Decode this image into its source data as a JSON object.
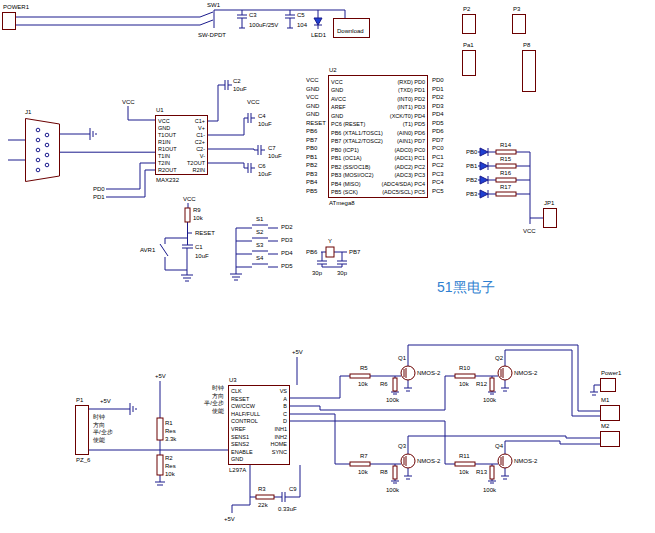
{
  "diagram": {
    "nodes": [
      {
        "text": [
          "POWER1"
        ]
      },
      {
        "text": [
          "Download"
        ]
      },
      {
        "text": [
          "P2"
        ]
      },
      {
        "text": [
          "P3"
        ]
      },
      {
        "text": [
          "Pa1"
        ]
      },
      {
        "text": [
          "P8"
        ]
      },
      {
        "text": [
          "J1"
        ]
      },
      {
        "text": [
          "U1",
          "MAX232",
          "VCC",
          "GND",
          "T1OUT",
          "R1IN",
          "R1OUT",
          "T1IN",
          "T2IN",
          "R2OUT",
          "C1+",
          "V+",
          "C1-",
          "C2+",
          "C2-",
          "V-",
          "T2OUT",
          "R2IN"
        ]
      },
      {
        "text": [
          "U2",
          "ATmega8",
          "VCC",
          "GND",
          "AVCC",
          "AREF",
          "GND",
          "PC6 (RESET)",
          "PB6 (XTAL1/TOSC1)",
          "PB7 (XTAL2/TOSC2)",
          "PB0 (ICP1)",
          "PB1 (OC1A)",
          "PB2 (SS/OC1B)",
          "PB3 (MOSI/OC2)",
          "PB4 (MISO)",
          "PB5 (SCK)",
          "(RXD) PD0",
          "(TXD) PD1",
          "(INT0) PD2",
          "(INT1) PD3",
          "(XCK/T0) PD4",
          "(T1) PD5",
          "(AIN0) PD6",
          "(AIN1) PD7",
          "(ADC0) PC0",
          "(ADC1) PC1",
          "(ADC2) PC2",
          "(ADC3) PC3",
          "(ADC4/SDA) PC4",
          "(ADC5/SCL) PC5"
        ]
      },
      {
        "text": [
          "U3",
          "L297A",
          "CLK",
          "RESET",
          "CW/CCW",
          "HALF/FULL",
          "CONTROL",
          "VREF",
          "SENS1",
          "SENS2",
          "ENABLE",
          "GND",
          "VS",
          "A",
          "B",
          "C",
          "D",
          "INH1",
          "INH2",
          "HOME",
          "SYNC"
        ]
      },
      {
        "text": [
          "P1",
          "PZ_6"
        ]
      },
      {
        "text": [
          "Power1"
        ]
      },
      {
        "text": [
          "M1"
        ]
      },
      {
        "text": [
          "M2"
        ]
      },
      {
        "text": [
          "JP1"
        ]
      }
    ],
    "edges": [
      {
        "from": 6,
        "to": 7,
        "arrow": "none"
      },
      {
        "from": 10,
        "to": 9,
        "arrow": "none"
      }
    ],
    "labels": [
      "SW1",
      "SW-DPDT",
      "C3",
      "100uF/25V",
      "C5",
      "104",
      "LED1",
      "VCC",
      "PD0",
      "PD1",
      "C2",
      "10uF",
      "VCC",
      "C4",
      "10uF",
      "C7",
      "10uF",
      "C6",
      "10uF",
      "VCC",
      "GND",
      "VCC",
      "GND",
      "GND",
      "RESET",
      "PB6",
      "PB7",
      "PB0",
      "PB1",
      "PB2",
      "PB3",
      "PB4",
      "PB5",
      "PD0",
      "PD1",
      "PD2",
      "PD3",
      "PD4",
      "PD5",
      "PD6",
      "PD7",
      "PC0",
      "PC1",
      "PC2",
      "PC3",
      "PC4",
      "PC5",
      "VCC",
      "R9",
      "10k",
      "RESET",
      "AVR1",
      "C1",
      "10uF",
      "S1",
      "S2",
      "S3",
      "S4",
      "PD2",
      "PD3",
      "PD4",
      "PD5",
      "Y",
      "PB6",
      "PB7",
      "30p",
      "30p",
      "PB0",
      "PB1",
      "PB2",
      "PB3",
      "R14",
      "R15",
      "R16",
      "R17",
      "VCC",
      "51黑电子",
      "+5V",
      "+5V",
      "+5V",
      "时钟",
      "方向",
      "半/全步",
      "使能",
      "时钟",
      "方向",
      "半/全步",
      "使能",
      "R1",
      "Res",
      "3.3k",
      "R2",
      "Res",
      "10k",
      "R3",
      "22k",
      "C9",
      "0.33uF",
      "+5V",
      "R5",
      "10k",
      "R6",
      "100k",
      "Q1",
      "NMOS-2",
      "R10",
      "10k",
      "R12",
      "100k",
      "Q2",
      "NMOS-2",
      "R7",
      "10k",
      "R8",
      "100k",
      "Q3",
      "NMOS-2",
      "R11",
      "10k",
      "R13",
      "100k",
      "Q4",
      "NMOS-2"
    ]
  }
}
